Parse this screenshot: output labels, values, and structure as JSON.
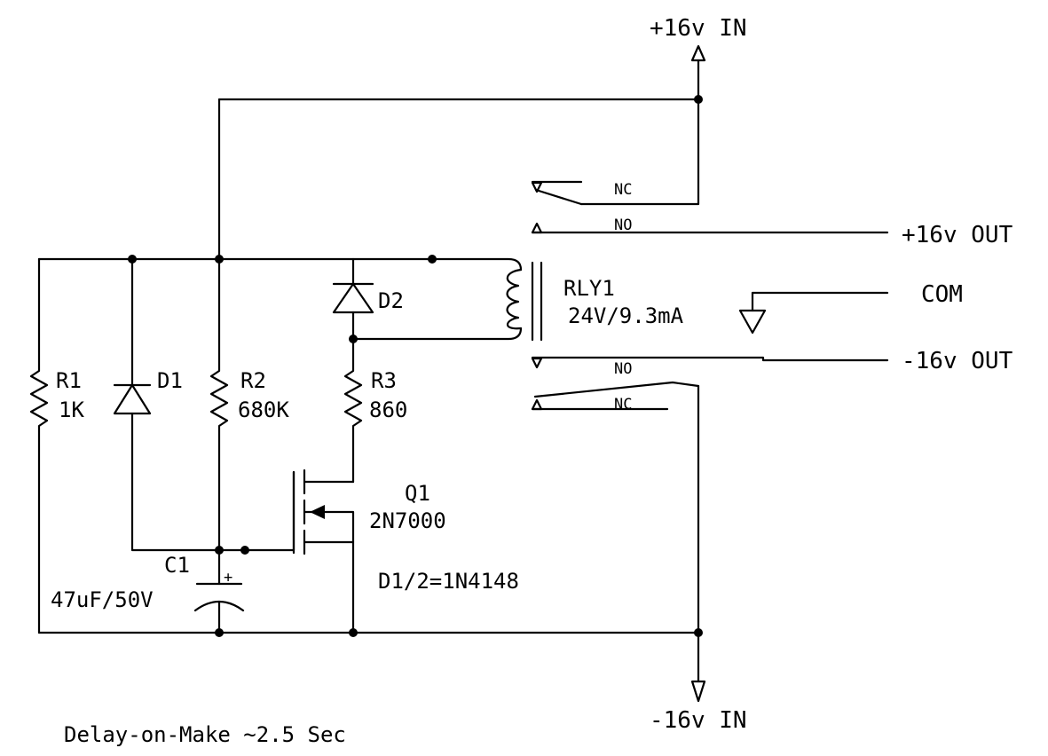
{
  "supply": {
    "pos_in": "+16v IN",
    "neg_in": "-16v IN",
    "pos_out": "+16v OUT",
    "neg_out": "-16v OUT",
    "com": "COM"
  },
  "relay": {
    "name": "RLY1",
    "rating": "24V/9.3mA",
    "nc_top": "NC",
    "no_top": "NO",
    "no_bottom": "NO",
    "nc_bottom": "NC"
  },
  "components": {
    "r1_name": "R1",
    "r1_value": "1K",
    "d1_name": "D1",
    "r2_name": "R2",
    "r2_value": "680K",
    "d2_name": "D2",
    "r3_name": "R3",
    "r3_value": "860",
    "q1_name": "Q1",
    "q1_part": "2N7000",
    "c1_name": "C1",
    "c1_value": "47uF/50V",
    "c1_polarity": "+",
    "diode_note": "D1/2=1N4148"
  },
  "caption": "Delay-on-Make ~2.5 Sec"
}
